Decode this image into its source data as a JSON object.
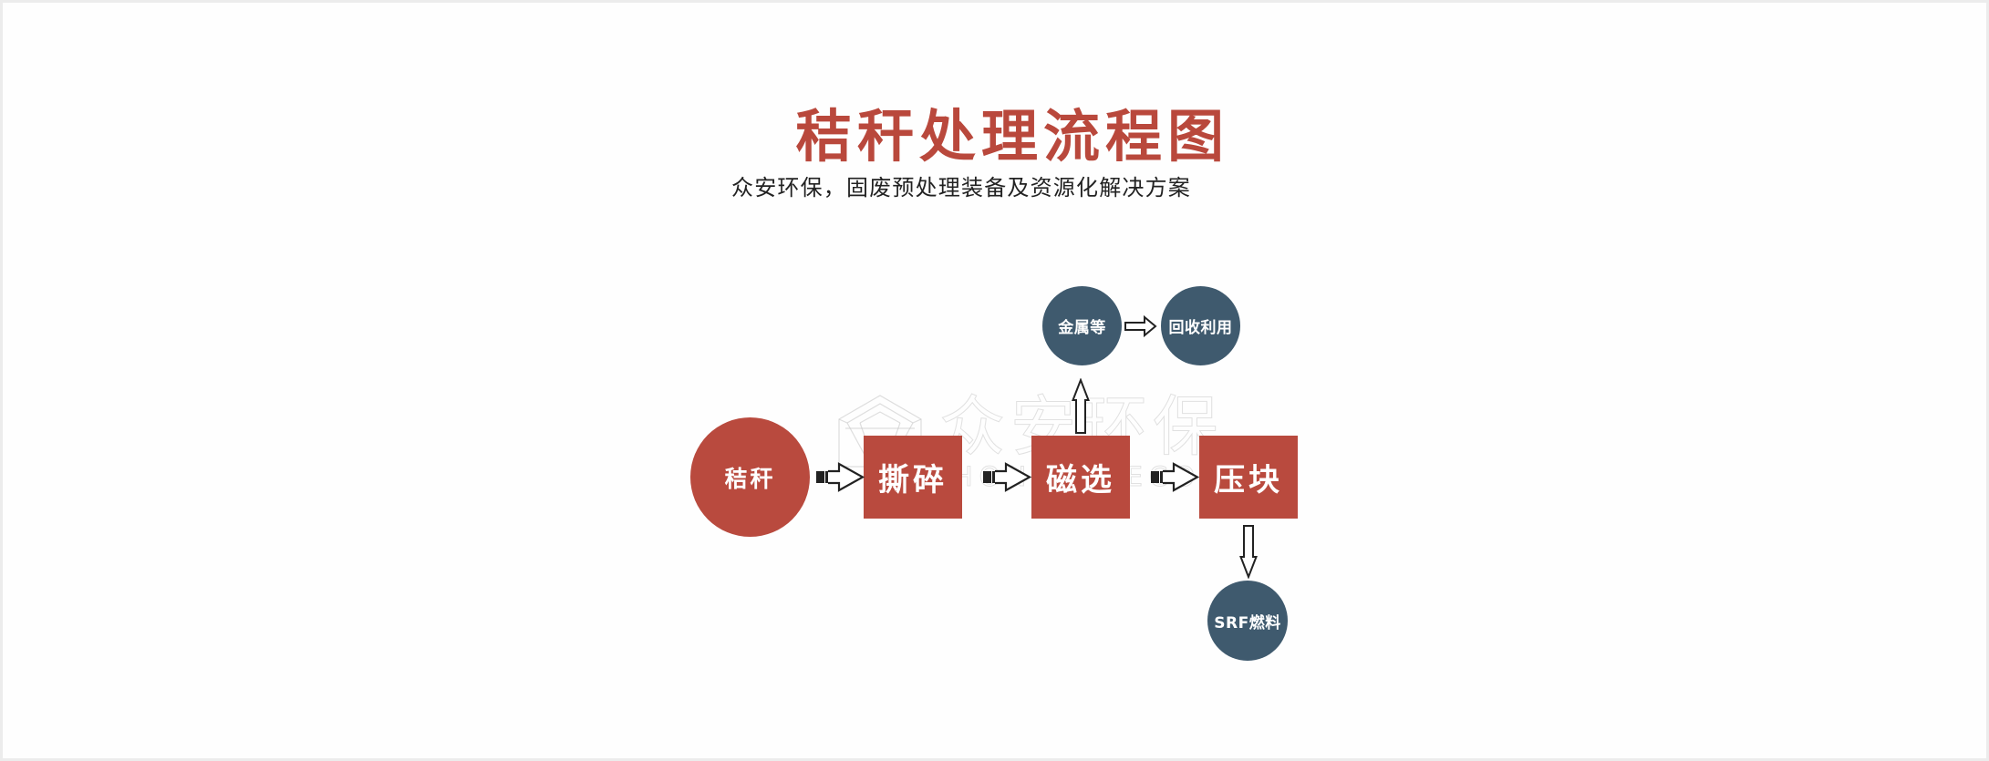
{
  "header": {
    "title": "秸秆处理流程图",
    "subtitle": "众安环保，固废预处理装备及资源化解决方案"
  },
  "watermark": {
    "name": "众安环保",
    "url": "ZHONGAN-ECO.COM"
  },
  "colors": {
    "primary_red": "#b94a3e",
    "secondary_blue": "#3f5a6e",
    "title_red": "#b9483c",
    "subtitle_text": "#222222",
    "arrow_outline": "#222222"
  },
  "flow": {
    "input": {
      "label": "秸秆",
      "shape": "circle"
    },
    "steps": [
      {
        "label": "撕碎",
        "shape": "square"
      },
      {
        "label": "磁选",
        "shape": "square"
      },
      {
        "label": "压块",
        "shape": "square"
      }
    ],
    "byproducts": [
      {
        "label": "金属等",
        "from": "磁选",
        "direction": "up",
        "shape": "circle"
      },
      {
        "label": "回收利用",
        "from": "金属等",
        "direction": "right",
        "shape": "circle"
      },
      {
        "label": "SRF燃料",
        "from": "压块",
        "direction": "down",
        "shape": "circle"
      }
    ]
  }
}
